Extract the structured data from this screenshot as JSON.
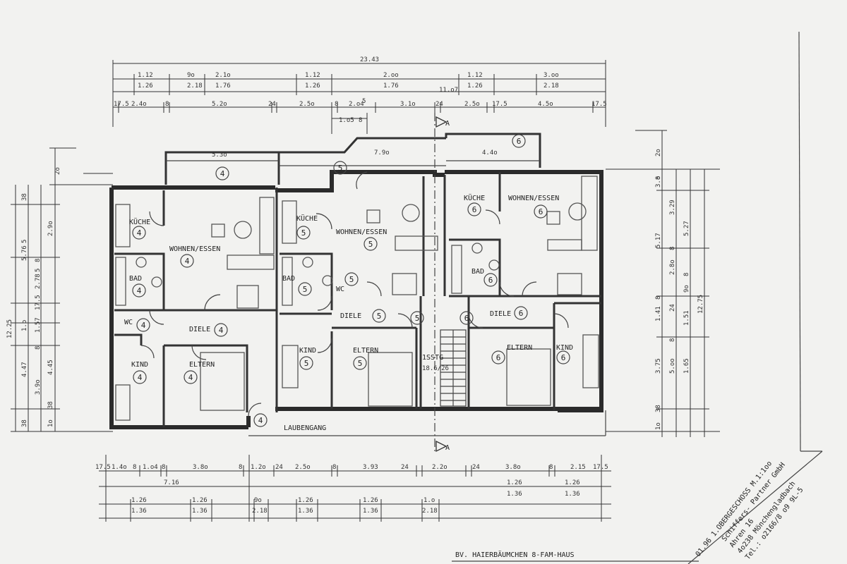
{
  "rooms": {
    "kueche4": "KÜCHE",
    "wohnen4": "WOHNEN/ESSEN",
    "bad4": "BAD",
    "wc4": "WC",
    "diele4": "DIELE",
    "kind4": "KIND",
    "eltern4": "ELTERN",
    "kueche5": "KÜCHE",
    "wohnen5": "WOHNEN/ESSEN",
    "bad5": "BAD",
    "wc5": "WC",
    "diele5": "DIELE",
    "kind5": "KIND",
    "eltern5": "ELTERN",
    "kueche6": "KÜCHE",
    "wohnen6": "WOHNEN/ESSEN",
    "bad6": "BAD",
    "diele6": "DIELE",
    "kind6": "KIND",
    "eltern6": "ELTERN",
    "stair": "1SSTG",
    "stair_ratio": "18.6/26",
    "laubengang": "LAUBENGANG"
  },
  "unit_numbers": [
    "4",
    "5",
    "6"
  ],
  "section_marker": "A",
  "dims_top": {
    "overall": "23.43",
    "row1": [
      "1.12",
      "9o",
      "2.1o",
      "1.12",
      "2.oo",
      "1.12",
      "3.oo"
    ],
    "row1b": [
      "1.26",
      "2.18",
      "1.76",
      "1.26",
      "1.76",
      "1.26",
      "2.18"
    ],
    "mid": "11.o7",
    "row2": [
      "17.5",
      "2.4o",
      "8",
      "5.2o",
      "24",
      "2.5o",
      "8",
      "2.o4",
      "5",
      "3.1o",
      "24",
      "2.5o",
      "17.5",
      "4.5o",
      "17.5"
    ],
    "bay": "1.o5",
    "bay8": "8"
  },
  "dims_balcony": [
    "5.3o",
    "7.9o",
    "4.4o"
  ],
  "dims_left": [
    "2o",
    "38",
    "2.9o",
    "5.76",
    "5",
    "8",
    "2.78",
    "5",
    "17.5",
    "1.o",
    "1.57",
    "8",
    "4.45",
    "12.25",
    "4.47",
    "3.9o",
    "38",
    "1o",
    "38"
  ],
  "dims_right": [
    "2o",
    "3.8",
    "o",
    "5.17",
    "3.29",
    "5.27",
    "8",
    "2.8o",
    "8",
    "9o",
    "8",
    "1.41",
    "24",
    "1.51",
    "8",
    "12.75",
    "3.75",
    "5.oo",
    "1.65",
    "38",
    "1o"
  ],
  "dims_bottom": {
    "row1": [
      "17.5",
      "1.4o",
      "8",
      "1.o4",
      "8",
      "3.8o",
      "8",
      "1.2o",
      "24",
      "2.5o",
      "8",
      "3.93",
      "24",
      "2.2o",
      "24",
      "3.8o",
      "8",
      "2.15",
      "17.5"
    ],
    "seg": "7.16",
    "right_a": [
      "1.26",
      "1.26"
    ],
    "right_b": [
      "1.36",
      "1.36"
    ],
    "row2": [
      "1.26",
      "1.26",
      "9o",
      "1.26",
      "1.26",
      "1.o"
    ],
    "row3": [
      "1.36",
      "1.36",
      "2.18",
      "1.36",
      "1.36",
      "2.18"
    ]
  },
  "title_block": {
    "line1": "01.96   1.OBERGESCHOSS  M.1:1oo",
    "line2": "Schiffers- Partner GmbH",
    "line3": "Ahren 16",
    "line4": "4o238  Mönchengladbach",
    "line5": "Tel.: o2166/8 o9 9L-5"
  },
  "project": "BV. HAIERBÄUMCHEN   8-FAM-HAUS"
}
